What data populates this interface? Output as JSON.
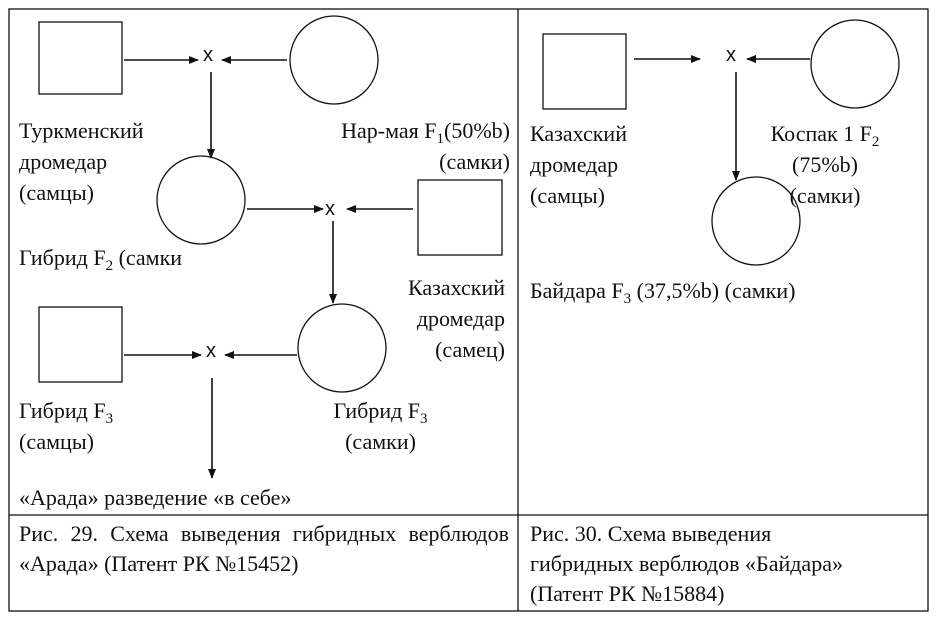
{
  "left": {
    "cross": "x",
    "turkmen": [
      "Туркменский",
      "дромедар",
      "(самцы)"
    ],
    "narmaya": {
      "pre": "Нар-мая F",
      "sub": "1",
      "post": "(50%b)"
    },
    "narmaya_sex": "(самки)",
    "hybrid_f2": {
      "pre": "Гибрид F",
      "sub": "2",
      "post": " (самки"
    },
    "kazakh": [
      "Казахский",
      "дромедар",
      "(самец)"
    ],
    "hybrid_f3_m": {
      "pre": "Гибрид F",
      "sub": "3",
      "line2": "(самцы)"
    },
    "hybrid_f3_f": {
      "pre": "Гибрид F",
      "sub": "3",
      "line2": "(самки)"
    },
    "arada": "«Арада» разведение «в себе»"
  },
  "right": {
    "cross": "x",
    "kazakh": [
      "Казахский",
      "дромедар",
      "(самцы)"
    ],
    "kospak": {
      "pre": "Коспак 1 F",
      "sub": "2",
      "line2": "(75%b)",
      "line3": "(самки)"
    },
    "baydara": {
      "pre": "Байдара F",
      "sub": "3",
      "post": " (37,5%b) (самки)"
    }
  },
  "captions": {
    "left": "Рис. 29. Схема выведения гибридных верблюдов «Арада» (Патент РК №15452)",
    "right_lines": [
      "Рис. 30. Схема выведения",
      "гибридных верблюдов «Байдара»",
      "(Патент РК №15884)"
    ]
  }
}
